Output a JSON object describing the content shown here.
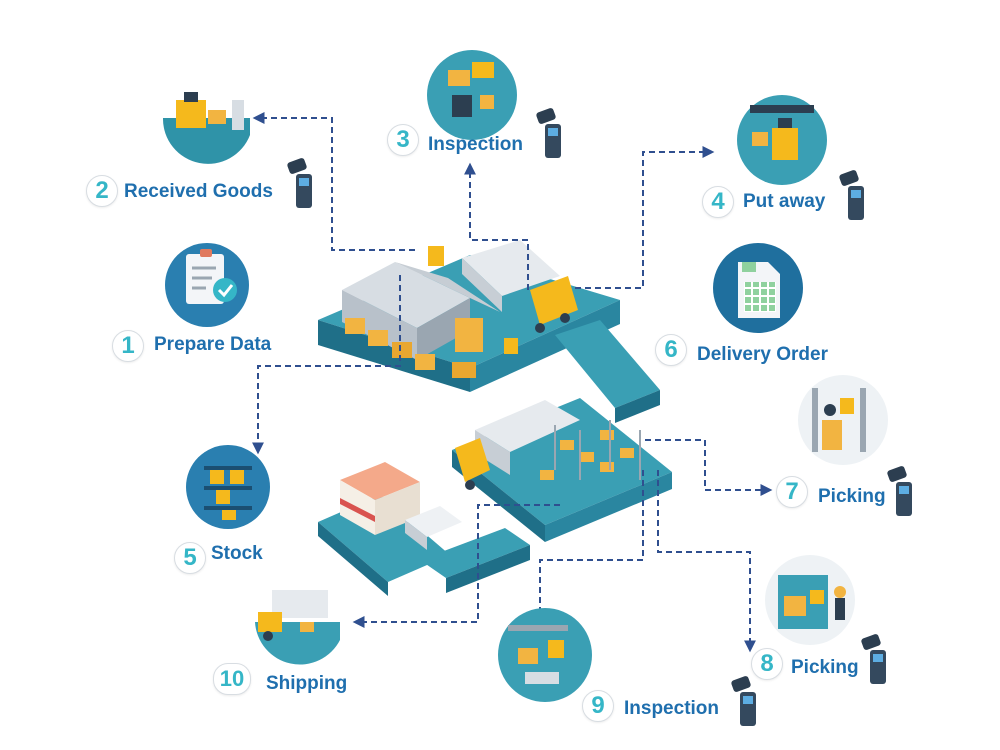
{
  "colors": {
    "accent_teal": "#35b6c7",
    "label_blue": "#1f6fae",
    "floor_teal": "#2f93a8",
    "connector": "#2f4f8f",
    "box_yellow": "#f2b441",
    "truck_yellow": "#f5b91c",
    "icon_circle_blue": "#2a7fb0"
  },
  "steps": [
    {
      "number": "1",
      "label": "Prepare Data",
      "icon": "clipboard-check-icon"
    },
    {
      "number": "2",
      "label": "Received Goods",
      "icon": "forklift-scene-icon"
    },
    {
      "number": "3",
      "label": "Inspection",
      "icon": "inspection-scene-icon"
    },
    {
      "number": "4",
      "label": "Put away",
      "icon": "forklift-putaway-icon"
    },
    {
      "number": "5",
      "label": "Stock",
      "icon": "shelf-boxes-icon"
    },
    {
      "number": "6",
      "label": "Delivery Order",
      "icon": "spreadsheet-document-icon"
    },
    {
      "number": "7",
      "label": "Picking",
      "icon": "picking-shelves-icon"
    },
    {
      "number": "8",
      "label": "Picking",
      "icon": "picking-worker-icon"
    },
    {
      "number": "9",
      "label": "Inspection",
      "icon": "inspection-packing-icon"
    },
    {
      "number": "10",
      "label": "Shipping",
      "icon": "shipping-truck-icon"
    }
  ]
}
